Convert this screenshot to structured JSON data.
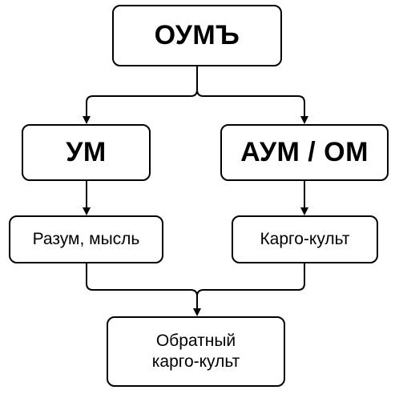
{
  "diagram": {
    "root": {
      "label": "ОУМЪ"
    },
    "left_branch": {
      "label": "УМ",
      "child": "Разум, мысль"
    },
    "right_branch": {
      "label": "АУМ / ОМ",
      "child": "Карго-культ"
    },
    "result": {
      "line1": "Обратный",
      "line2": "карго-культ"
    },
    "colors": {
      "stroke": "#000000",
      "background": "#ffffff"
    }
  }
}
